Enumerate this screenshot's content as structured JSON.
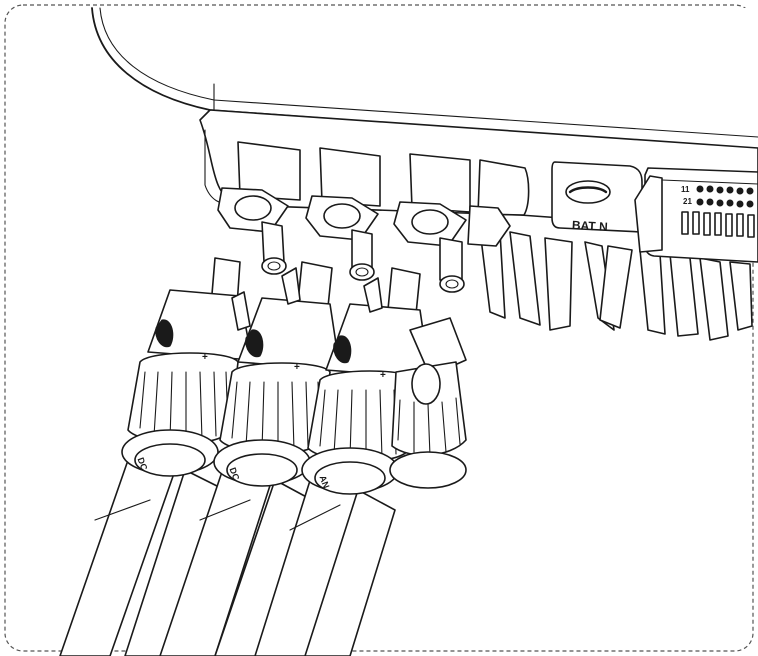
{
  "labels": {
    "port_label": "BAT N",
    "pin_index_left": "11",
    "pin_index_right": "21",
    "cable_mark_a": "DC",
    "cable_mark_b": "AN",
    "polarity_mark": "+"
  },
  "colors": {
    "line": "#1a1a1a",
    "fill": "#ffffff",
    "frame": "#555555"
  }
}
